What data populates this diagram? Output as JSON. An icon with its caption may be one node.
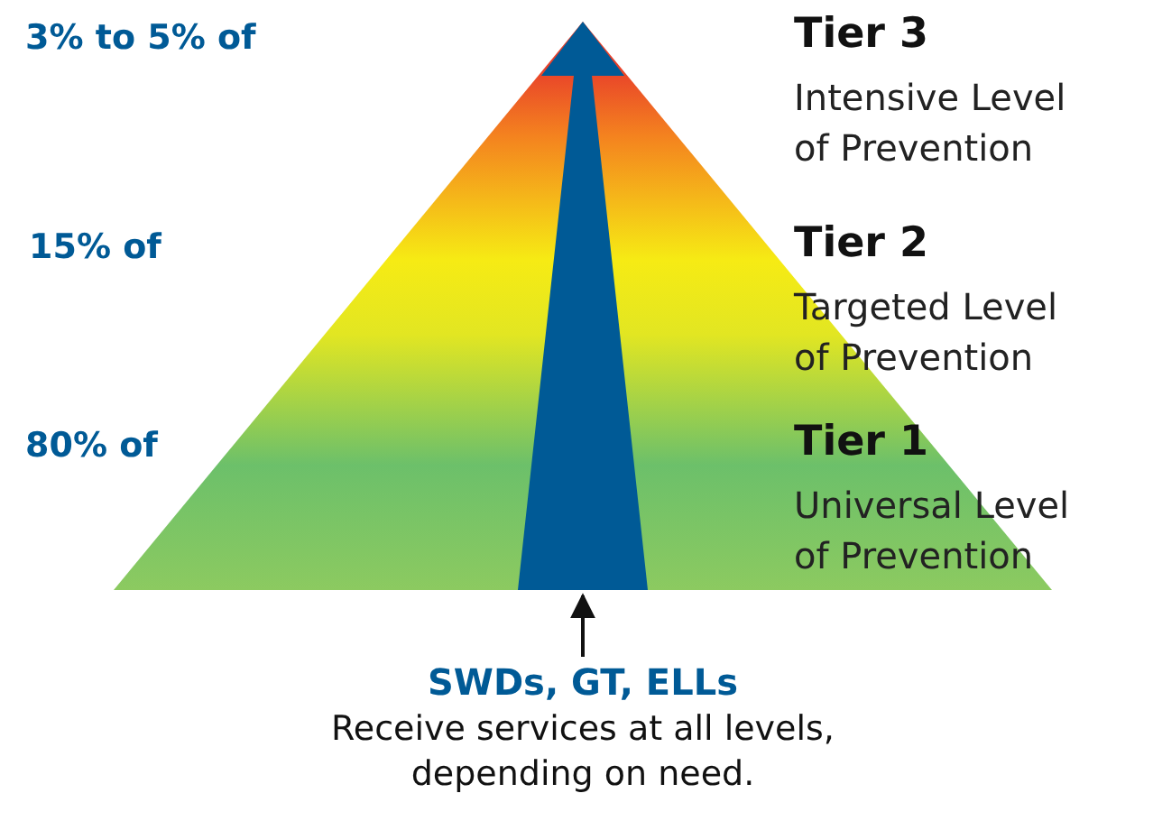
{
  "diagram": {
    "nodes": [
      {
        "text": [
          "SWDs, GT, ELLs",
          "Receive services at all levels, depending on need."
        ]
      },
      {
        "text": [],
        "shape": "bar"
      }
    ],
    "edges": [
      {
        "from": 0,
        "to": 1,
        "arrow": "to"
      }
    ],
    "labels": [
      "3% to 5% of",
      "Tier 3",
      "Intensive Level of Prevention",
      "15% of",
      "Tier 2",
      "Targeted Level of Prevention",
      "80% of",
      "Tier 1",
      "Universal Level of Prevention"
    ]
  }
}
